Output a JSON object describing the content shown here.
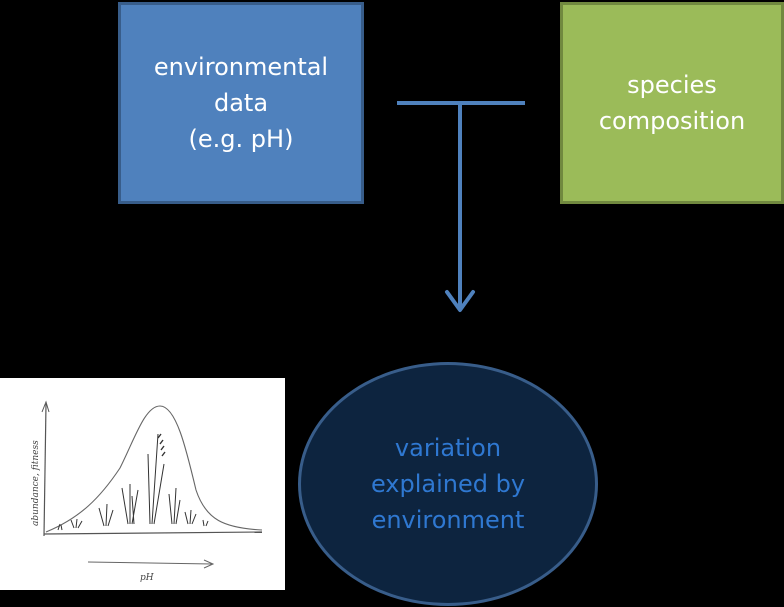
{
  "nodes": {
    "environmental": {
      "lines": [
        "environmental",
        "data",
        "(e.g. pH)"
      ],
      "fill": "#4f81bd",
      "border": "#385d8a"
    },
    "species": {
      "lines": [
        "species",
        "composition"
      ],
      "fill": "#9bbb59",
      "border": "#71893f"
    },
    "result": {
      "lines": [
        "variation",
        "explained by",
        "environment"
      ],
      "fill": "#0d243f",
      "text_color": "#2f78d1"
    }
  },
  "connector": {
    "color": "#4f81bd"
  },
  "sketch": {
    "y_axis_label": "abundance, fitness",
    "x_axis_label": "pH"
  }
}
